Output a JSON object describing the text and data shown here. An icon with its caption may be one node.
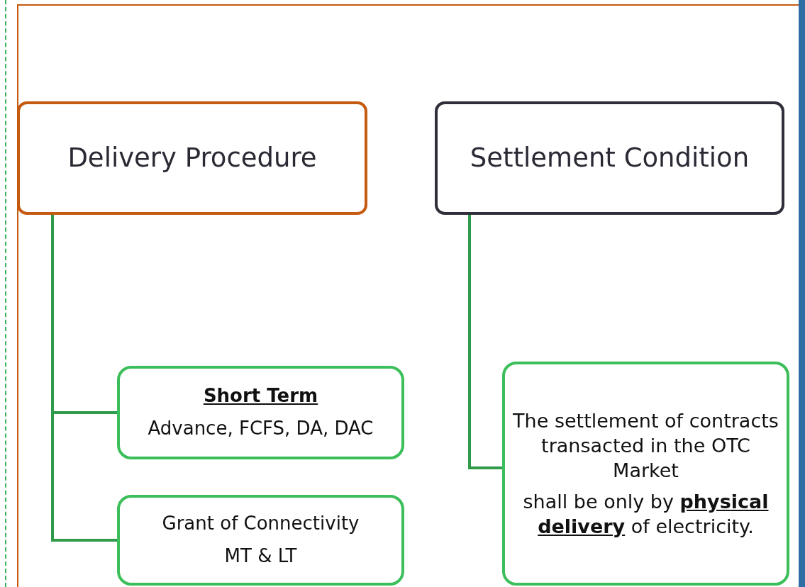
{
  "diagram": {
    "nodes": [
      {
        "text": [
          "Delivery Procedure"
        ]
      },
      {
        "text": [
          "Settlement Condition"
        ]
      },
      {
        "text": [
          "Short Term",
          "Advance, FCFS, DA, DAC"
        ]
      },
      {
        "text": [
          "Grant of Connectivity",
          "MT & LT"
        ]
      },
      {
        "text": [
          "The settlement of contracts transacted in the OTC Market",
          "shall be only by **physical delivery** of electricity."
        ]
      }
    ],
    "edges": [
      {
        "from": 0,
        "to": 2,
        "arrow": "none"
      },
      {
        "from": 0,
        "to": 3,
        "arrow": "none"
      },
      {
        "from": 1,
        "to": 4,
        "arrow": "none"
      }
    ]
  }
}
